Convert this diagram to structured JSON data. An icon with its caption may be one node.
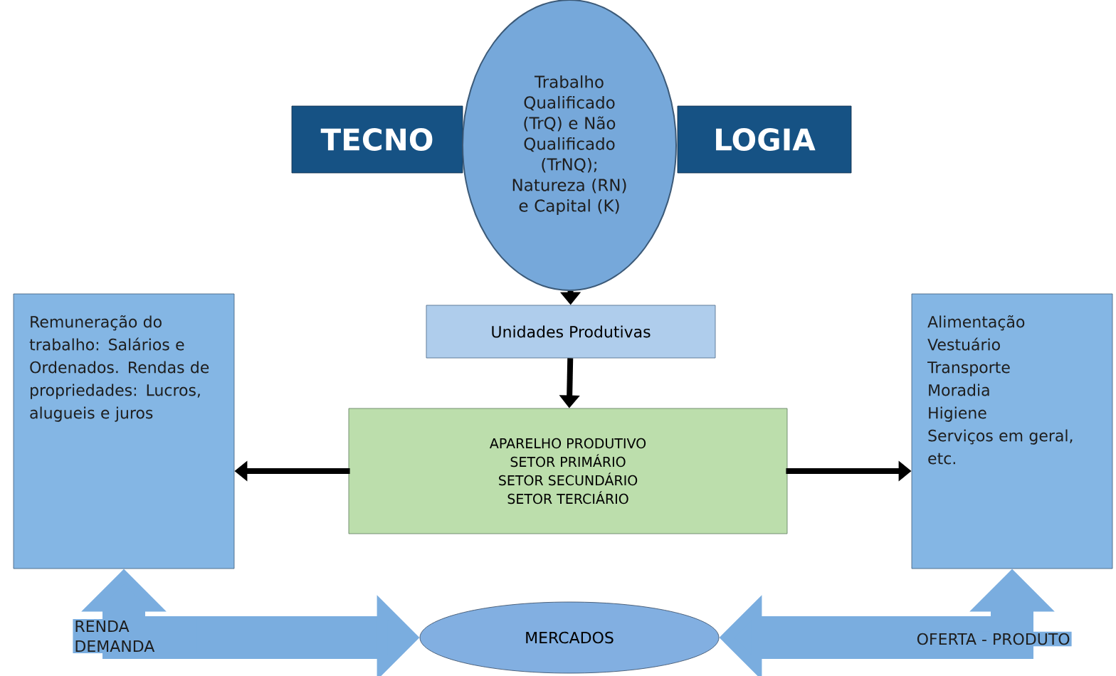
{
  "diagram": {
    "nodes": [
      {
        "text": [
          "TECNO"
        ]
      },
      {
        "text": [
          "LOGIA"
        ]
      },
      {
        "text": [
          "Trabalho Qualificado (TrQ) e Não Qualificado (TrNQ); Natureza (RN) e Capital (K)"
        ]
      },
      {
        "text": [
          "Unidades Produtivas"
        ]
      },
      {
        "text": [
          "APARELHO PRODUTIVO",
          "SETOR PRIMÁRIO",
          "SETOR SECUNDÁRIO",
          "SETOR TERCIÁRIO"
        ]
      },
      {
        "text": [
          "Remuneração do trabalho: Salários e Ordenados. Rendas de propriedades: Lucros, alugueis e juros"
        ]
      },
      {
        "text": [
          "Alimentação",
          "Vestuário",
          "Transporte",
          "Moradia",
          "Higiene",
          "Serviços em geral, etc."
        ]
      },
      {
        "text": [
          "MERCADOS"
        ]
      }
    ],
    "edges": [
      {
        "from": 2,
        "to": 3,
        "arrow": "to"
      },
      {
        "from": 3,
        "to": 4,
        "arrow": "to"
      },
      {
        "from": 4,
        "to": 5,
        "arrow": "to"
      },
      {
        "from": 4,
        "to": 6,
        "arrow": "to"
      },
      {
        "from": 5,
        "to": 7,
        "arrow": "both",
        "label": "RENDA DEMANDA",
        "style": "thick",
        "color": "#7aaddf"
      },
      {
        "from": 6,
        "to": 7,
        "arrow": "both",
        "label": "OFERTA - PRODUTO",
        "style": "thick",
        "color": "#7aaddf"
      }
    ]
  }
}
